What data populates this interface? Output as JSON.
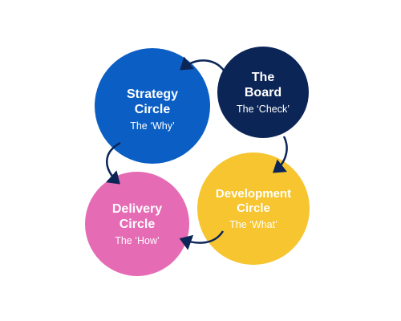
{
  "colors": {
    "strategy": "#0b5fc4",
    "board": "#0c2557",
    "development": "#f6c530",
    "delivery": "#e56bb4",
    "arrow": "#0c2557"
  },
  "circles": {
    "strategy": {
      "title": "Strategy\nCircle",
      "subtitle": "The ‘Why’"
    },
    "board": {
      "title": "The\nBoard",
      "subtitle": "The ‘Check’"
    },
    "development": {
      "title": "Development\nCircle",
      "subtitle": "The ‘What’"
    },
    "delivery": {
      "title": "Delivery\nCircle",
      "subtitle": "The ‘How’"
    }
  },
  "arrows": [
    "arrow-board-to-strategy",
    "arrow-strategy-to-delivery",
    "arrow-board-to-development",
    "arrow-development-to-delivery"
  ]
}
